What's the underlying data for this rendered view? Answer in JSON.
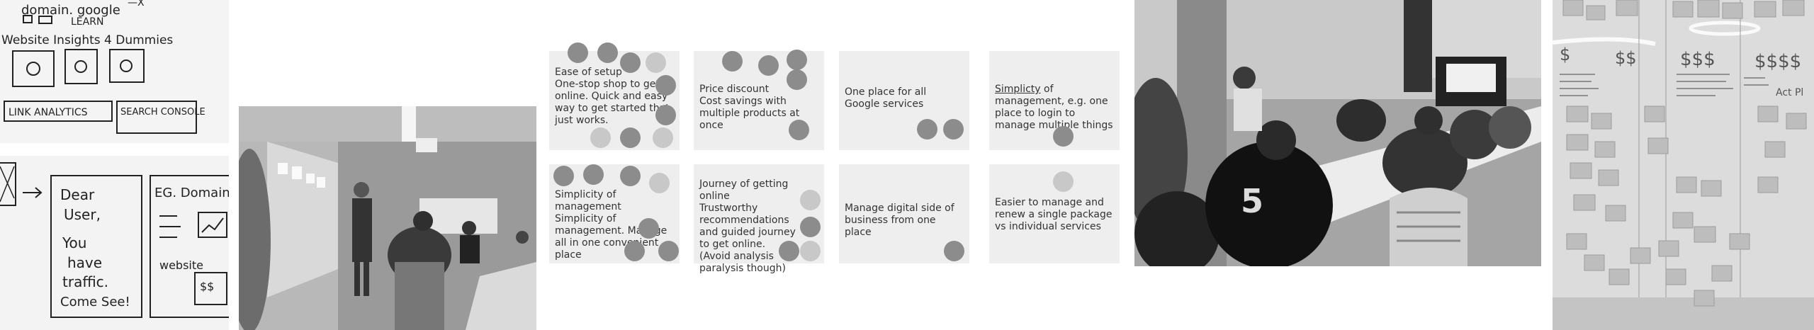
{
  "sketch_top": {
    "line1": "domain. google",
    "line2": "LEARN",
    "line3": "Website Insights 4 Dummies",
    "button1": "LINK ANALYTICS",
    "button2": "SEARCH CONSOLE"
  },
  "sketch_bottom": {
    "message": "Dear User,\nYou have traffic.\nCome See!",
    "side_title": "EG. Domain",
    "side_label": "website",
    "side_tag": "$$"
  },
  "cards": [
    {
      "text": "Ease of setup\nOne-stop shop to get online. Quick and easy way to get started that just works."
    },
    {
      "text": "Price discount\nCost savings with multiple products at once"
    },
    {
      "text": "One place for all Google services"
    },
    {
      "underline": "Simplicty",
      "text": " of management, e.g. one place to login to manage multiple things"
    },
    {
      "text": "Simplicity of management\nSimplicity of management. Manage all in one convenient place"
    },
    {
      "text": "Journey of getting online\nTrustworthy recommendations and guided journey to get online. (Avoid analysis paralysis though)"
    },
    {
      "text": "Manage digital side of business from one place"
    },
    {
      "text": "Easier to manage and renew a single package vs individual services"
    }
  ],
  "whiteboard": {
    "words": [
      "$",
      "$$",
      "$$$",
      "$$$$",
      "Act Pl"
    ]
  },
  "colors": {
    "card_bg": "#eeeeee",
    "dot_dark": "#8c8c8c",
    "dot_light": "#c8c8c8"
  }
}
